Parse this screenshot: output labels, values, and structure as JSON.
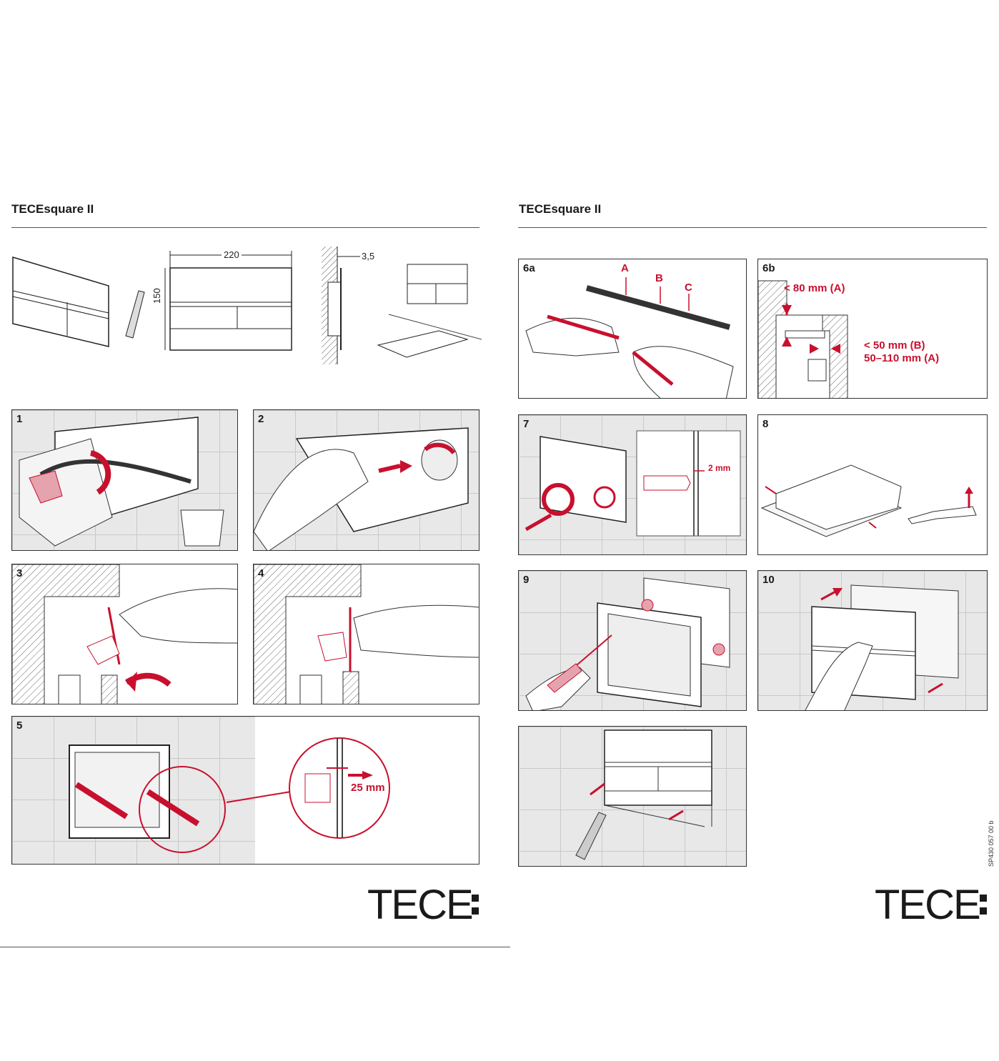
{
  "left_page": {
    "title": "TECEsquare II",
    "dimensions": {
      "width": "220",
      "height": "150",
      "depth": "3,5"
    },
    "steps": [
      {
        "num": "1"
      },
      {
        "num": "2"
      },
      {
        "num": "3"
      },
      {
        "num": "4"
      },
      {
        "num": "5",
        "measure": "25 mm"
      }
    ],
    "logo": "TECE"
  },
  "right_page": {
    "title": "TECEsquare II",
    "steps": [
      {
        "num": "6a",
        "labels": [
          "A",
          "B",
          "C"
        ]
      },
      {
        "num": "6b",
        "labels": [
          "< 80 mm (A)",
          "< 50 mm (B)",
          "50–110 mm (A)"
        ]
      },
      {
        "num": "7",
        "measure": "2 mm"
      },
      {
        "num": "8"
      },
      {
        "num": "9"
      },
      {
        "num": "10"
      },
      {
        "num": ""
      }
    ],
    "logo": "TECE",
    "doc_number": "SP430 057 00 b"
  },
  "colors": {
    "accent_red": "#c8102e",
    "line": "#333333",
    "tile_bg": "#e8e8e8"
  }
}
